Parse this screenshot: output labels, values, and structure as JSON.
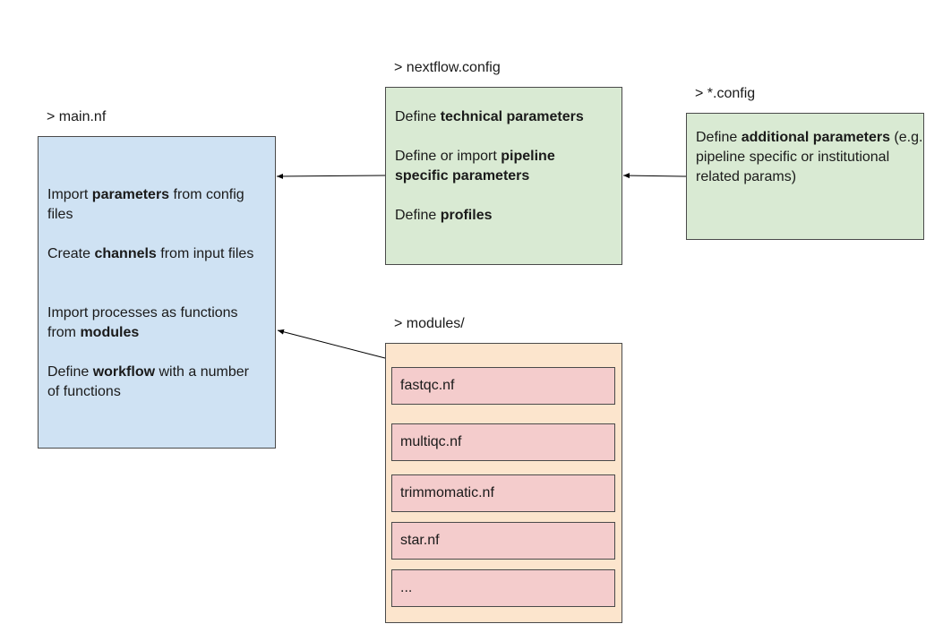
{
  "main_nf": {
    "title": "> main.nf",
    "paragraphs": [
      [
        {
          "text": "Import ",
          "bold": false
        },
        {
          "text": "parameters",
          "bold": true
        },
        {
          "text": " from config files",
          "bold": false
        }
      ],
      [
        {
          "text": "Create ",
          "bold": false
        },
        {
          "text": "channels",
          "bold": true
        },
        {
          "text": " from input files",
          "bold": false
        }
      ],
      [
        {
          "text": "Import processes as functions from ",
          "bold": false
        },
        {
          "text": "modules",
          "bold": true
        }
      ],
      [
        {
          "text": "Define ",
          "bold": false
        },
        {
          "text": "workflow",
          "bold": true
        },
        {
          "text": " with a number of functions",
          "bold": false
        }
      ]
    ]
  },
  "nextflow_config": {
    "title": "> nextflow.config",
    "paragraphs": [
      [
        {
          "text": "Define ",
          "bold": false
        },
        {
          "text": "technical parameters",
          "bold": true
        }
      ],
      [
        {
          "text": "Define or import ",
          "bold": false
        },
        {
          "text": "pipeline specific parameters",
          "bold": true
        }
      ],
      [
        {
          "text": "Define ",
          "bold": false
        },
        {
          "text": "profiles",
          "bold": true
        }
      ]
    ]
  },
  "star_config": {
    "title": "> *.config",
    "paragraphs": [
      [
        {
          "text": "Define ",
          "bold": false
        },
        {
          "text": "additional parameters",
          "bold": true
        },
        {
          "text": " (e.g. pipeline specific or institutional related params)",
          "bold": false
        }
      ]
    ]
  },
  "modules": {
    "title": "> modules/",
    "items": [
      "fastqc.nf",
      "multiqc.nf",
      "trimmomatic.nf",
      "star.nf",
      "..."
    ]
  },
  "colors": {
    "main_box": "#cfe2f3",
    "config_box": "#d9ead3",
    "modules_box": "#fce5cd",
    "module_item": "#f4cccc",
    "border": "#4a4a4a"
  }
}
